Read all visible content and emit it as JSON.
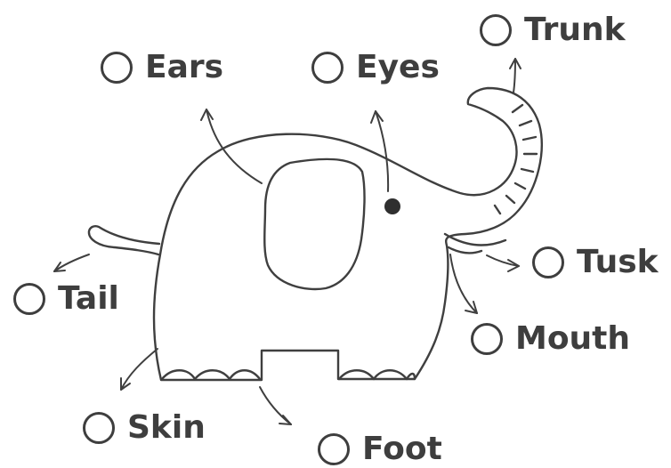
{
  "diagram": {
    "labels": {
      "ears": "Ears",
      "eyes": "Eyes",
      "trunk": "Trunk",
      "tail": "Tail",
      "tusk": "Tusk",
      "mouth": "Mouth",
      "skin": "Skin",
      "foot": "Foot"
    }
  }
}
